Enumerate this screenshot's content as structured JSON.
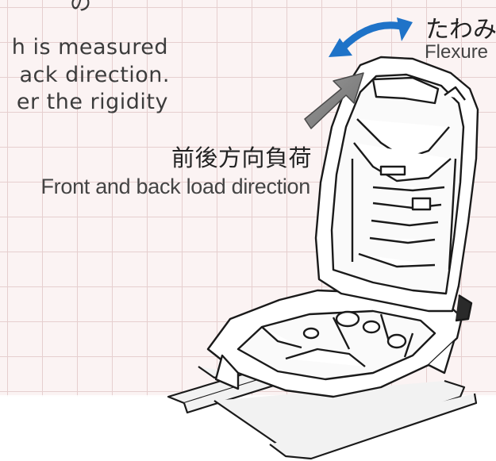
{
  "description": {
    "line0": "の",
    "line1": "h is measured",
    "line2": "ack direction.",
    "line3": "er the rigidity"
  },
  "load_label": {
    "japanese": "前後方向負荷",
    "english": "Front and back load direction"
  },
  "flexure_label": {
    "japanese": "たわみ",
    "english": "Flexure"
  },
  "colors": {
    "flexure_arrow": "#1f73c8",
    "load_arrow": "#8a8a8a",
    "grid": "#e6cfcf",
    "background": "#fbf3f3"
  },
  "icons": {
    "flexure_arrow": "curved-double-arrow-icon",
    "load_arrow": "load-arrow-icon",
    "seat": "seat-frame-illustration"
  }
}
